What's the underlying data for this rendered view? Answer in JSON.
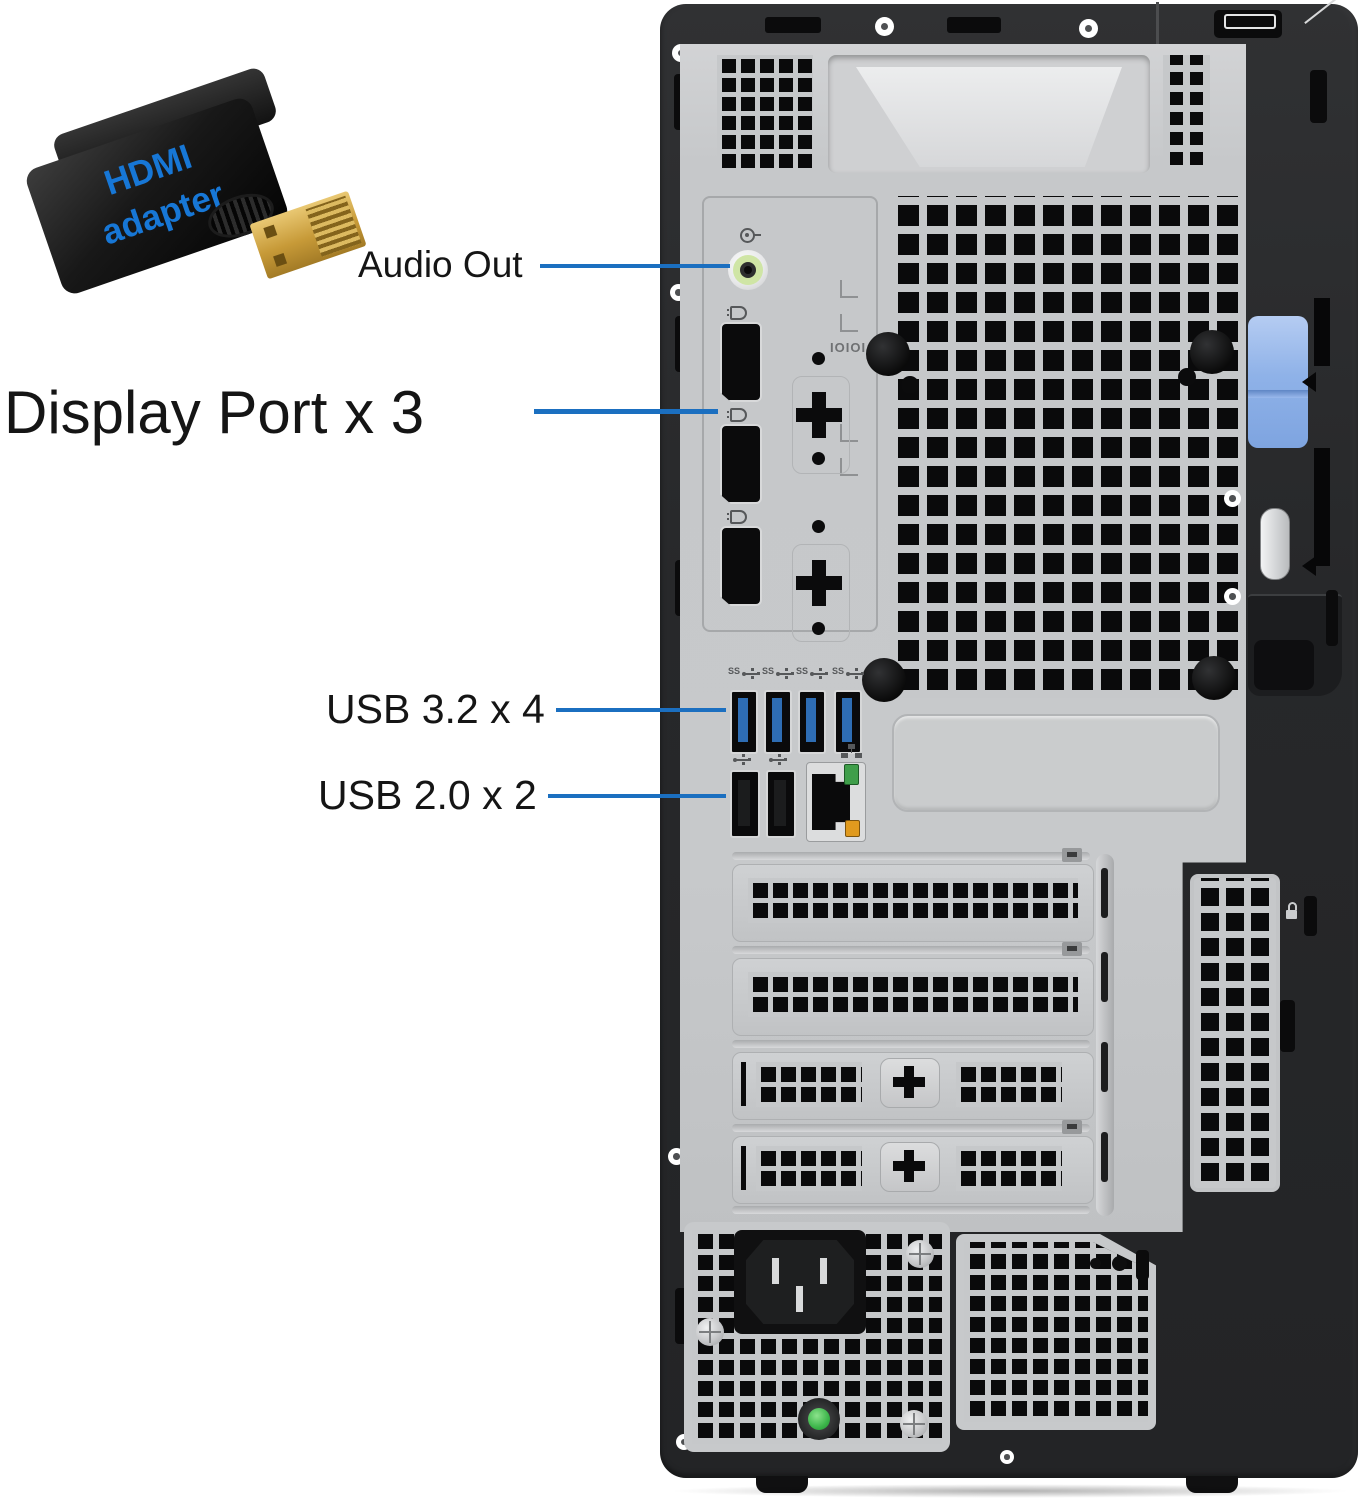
{
  "adapter": {
    "label_line1": "HDMI",
    "label_line2": "adapter",
    "text_color": "#1777d6"
  },
  "callouts": {
    "audio_out": {
      "label": "Audio Out"
    },
    "display_port": {
      "label": "Display Port x 3"
    },
    "usb_32": {
      "label": "USB 3.2 x 4"
    },
    "usb_20": {
      "label": "USB 2.0 x 2"
    },
    "line_color": "#1b6fc0"
  },
  "tower": {
    "serial_port_label": "IOIOI",
    "usb_ss_icon_text": "SS",
    "ports": {
      "audio_out_jack_count": 1,
      "displayport_count": 3,
      "usb_32_count": 4,
      "usb_20_count": 2,
      "ethernet_count": 1,
      "power_inlet_count": 1
    },
    "colors": {
      "psu_latch_blue": "#8fb2e8",
      "usb3_tongue_blue": "#2e6db4",
      "audio_jack_green": "#cfe5a5",
      "ethernet_led_green": "#3f9e4a",
      "ethernet_led_amber": "#e09a1e",
      "power_led_green": "#3cb54a",
      "panel_silver": "#c7c9cb",
      "chassis_dark": "#2a2b2d"
    }
  }
}
